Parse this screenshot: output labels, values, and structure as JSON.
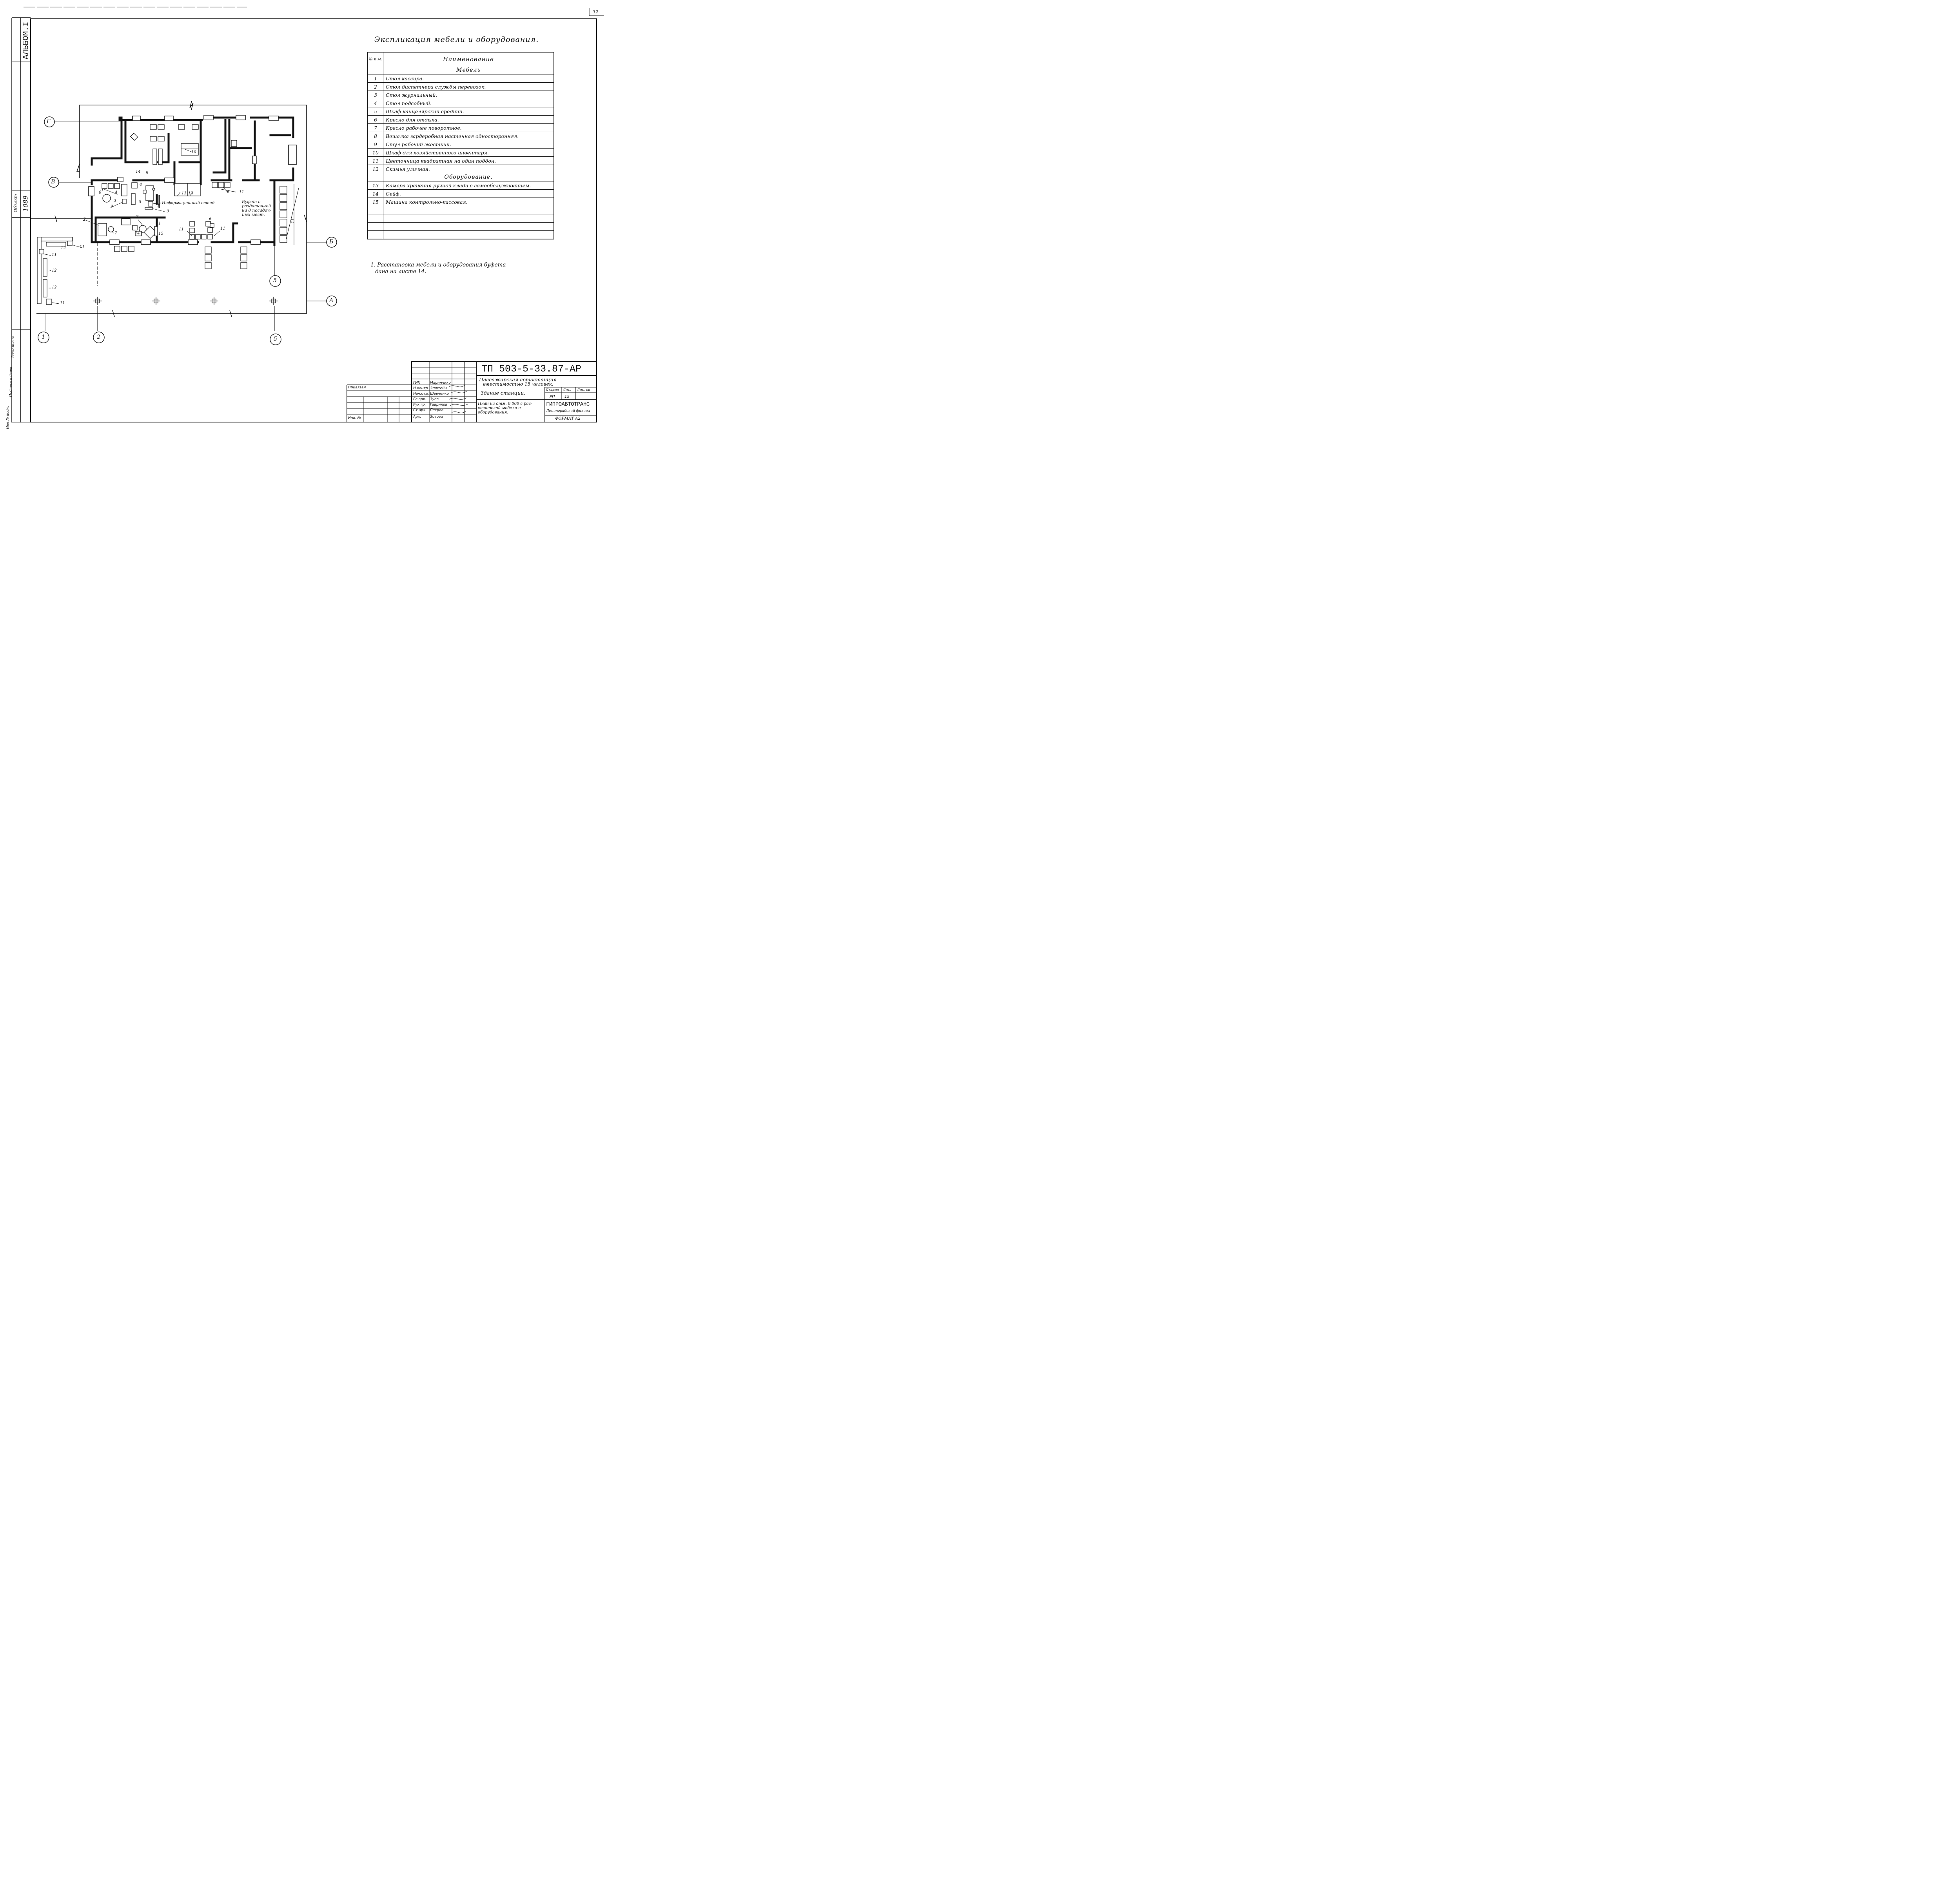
{
  "sheet": {
    "page_number": "32",
    "album_label": "АЛЬБОМ.I",
    "object_label": "Объект",
    "object_value": "1089",
    "stamp_labels": [
      "Инв.№ подл.",
      "Подпись и дата",
      "Взам.инв.№"
    ],
    "format_label": "ФОРМАТ А2"
  },
  "explication": {
    "title": "Экспликация мебели и оборудования.",
    "header_num": "№ п.м.",
    "header_name": "Наименование",
    "sections": [
      {
        "name": "Мебель",
        "items": [
          {
            "num": "1",
            "name": "Стол кассира."
          },
          {
            "num": "2",
            "name": "Стол диспетчера службы перевозок."
          },
          {
            "num": "3",
            "name": "Стол журнальный."
          },
          {
            "num": "4",
            "name": "Стол подсобный."
          },
          {
            "num": "5",
            "name": "Шкаф канцелярский средний."
          },
          {
            "num": "6",
            "name": "Кресло для отдыха."
          },
          {
            "num": "7",
            "name": "Кресло рабочее поворотное."
          },
          {
            "num": "8",
            "name": "Вешалка гардеробная настенная односторонняя."
          },
          {
            "num": "9",
            "name": "Стул рабочий жесткий."
          },
          {
            "num": "10",
            "name": "Шкаф для хозяйственного инвентаря."
          },
          {
            "num": "11",
            "name": "Цветочница квадратная на один поддон."
          },
          {
            "num": "12",
            "name": "Скамья уличная."
          }
        ]
      },
      {
        "name": "Оборудование.",
        "items": [
          {
            "num": "13",
            "name": "Камера хранения ручной клади с самообслуживанием."
          },
          {
            "num": "14",
            "name": "Сейф."
          },
          {
            "num": "15",
            "name": "Машина контрольно-кассовая."
          }
        ]
      }
    ]
  },
  "note": {
    "line1": "1. Расстановка мебели и оборудования буфета",
    "line2": "дана на листе 14."
  },
  "plan": {
    "axes": {
      "g": "Г",
      "v": "В",
      "b": "Б",
      "a": "А",
      "n1": "1",
      "n2": "2",
      "n5": "5",
      "n5b": "5"
    },
    "labels": {
      "info_stand": "Информационный стенд",
      "buffet_1": "Буфет с",
      "buffet_2": "раздаточной",
      "buffet_3": "на 8 посадоч-",
      "buffet_4": "ных мест."
    },
    "marks": [
      "14",
      "9",
      "6",
      "4",
      "3",
      "9",
      "5",
      "4",
      "8",
      "9",
      "2",
      "7",
      "7",
      "14",
      "1",
      "15",
      "6",
      "11",
      "11",
      "11",
      "12",
      "11",
      "12",
      "12",
      "11",
      "10",
      "13",
      "13",
      "6",
      "11",
      "11"
    ]
  },
  "title_block": {
    "code": "ТП 503-5-33.87-АР",
    "project_1": "Пассажирская автостанция",
    "project_2": "вместимостью 15 человек.",
    "building": "Здание станции.",
    "sheet_desc_1": "План на отм. 0.000 с рас-",
    "sheet_desc_2": "становкой мебели и",
    "sheet_desc_3": "оборудования.",
    "stage_label": "Стадия",
    "sheet_label": "Лист",
    "sheets_label": "Листов",
    "stage_value": "РП",
    "sheet_value": "15",
    "sheets_value": "",
    "org_1": "ГИПРОАВТОТРАНС",
    "org_2": "Ленинградский филиал",
    "tied_label": "Привязан",
    "inv_label": "Инв. №",
    "roles": [
      "ГИП",
      "Н.контр.",
      "Нач.отд.",
      "Гл.арх.",
      "Рук.гр.",
      "Ст.арх.",
      "Арх."
    ],
    "names": [
      "Маринчиков",
      "Эпштейн",
      "Шевченко",
      "Зуев",
      "Гаврилов",
      "Петров",
      "Зотова"
    ]
  }
}
